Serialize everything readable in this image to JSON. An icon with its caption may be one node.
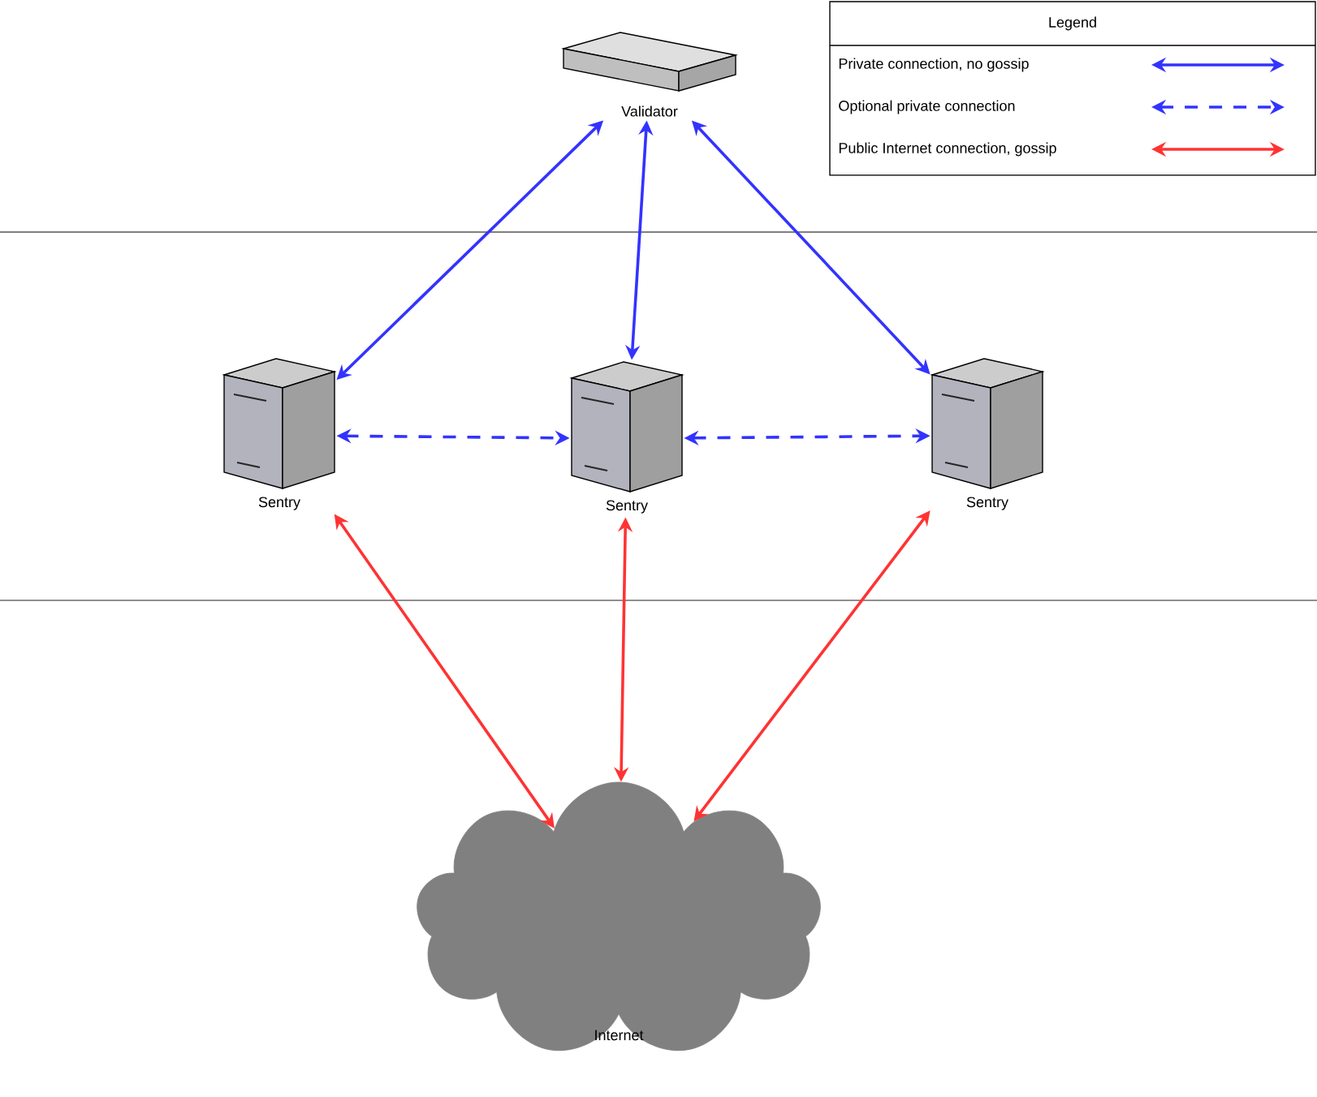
{
  "diagram": {
    "nodes": [
      {
        "text": [
          "Validator"
        ]
      },
      {
        "text": [
          "Sentry"
        ]
      },
      {
        "text": [
          "Sentry"
        ]
      },
      {
        "text": [
          "Sentry"
        ]
      },
      {
        "text": [
          "Internet"
        ]
      }
    ],
    "edges": [
      {
        "from": 0,
        "to": 1,
        "arrow": "both"
      },
      {
        "from": 0,
        "to": 2,
        "arrow": "both"
      },
      {
        "from": 0,
        "to": 3,
        "arrow": "both"
      },
      {
        "from": 1,
        "to": 2,
        "arrow": "both",
        "style": "dashed"
      },
      {
        "from": 2,
        "to": 3,
        "arrow": "both",
        "style": "dashed"
      },
      {
        "from": 1,
        "to": 4,
        "arrow": "both",
        "color": "#ff3333"
      },
      {
        "from": 2,
        "to": 4,
        "arrow": "both",
        "color": "#ff3333"
      },
      {
        "from": 3,
        "to": 4,
        "arrow": "both",
        "color": "#ff3333"
      }
    ],
    "labels": [
      "Legend"
    ],
    "legend": [
      {
        "text": "Private connection, no gossip"
      },
      {
        "text": "Optional private connection"
      },
      {
        "text": "Public Internet connection, gossip"
      }
    ]
  }
}
